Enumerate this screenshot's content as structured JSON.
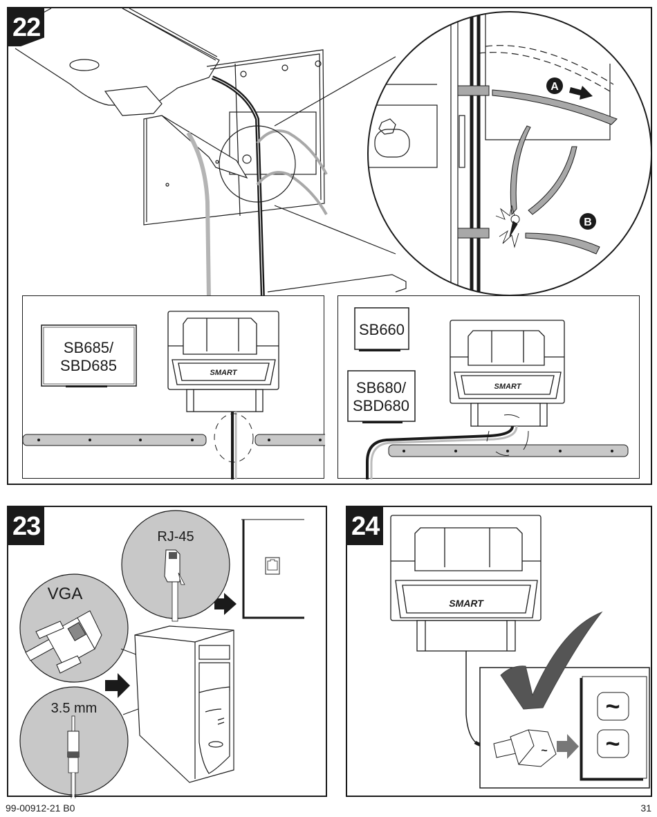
{
  "steps": [
    {
      "number": "22",
      "callouts": {
        "a": "A",
        "b": "B"
      },
      "models_left": [
        "SB685/",
        "SBD685"
      ],
      "models_right_top": [
        "SB660"
      ],
      "models_right_bottom": [
        "SB680/",
        "SBD680"
      ],
      "projector_brand": "SMART"
    },
    {
      "number": "23",
      "connectors": {
        "network": "RJ-45",
        "video": "VGA",
        "audio": "3.5 mm"
      }
    },
    {
      "number": "24",
      "projector_brand": "SMART",
      "outlet_symbol": "~"
    }
  ],
  "footer": {
    "doc_id": "99-00912-21 B0",
    "page_number": "31"
  },
  "colors": {
    "ink": "#1a1a1a",
    "gray": "#a8a8a8",
    "light_gray": "#c8c8c8"
  }
}
